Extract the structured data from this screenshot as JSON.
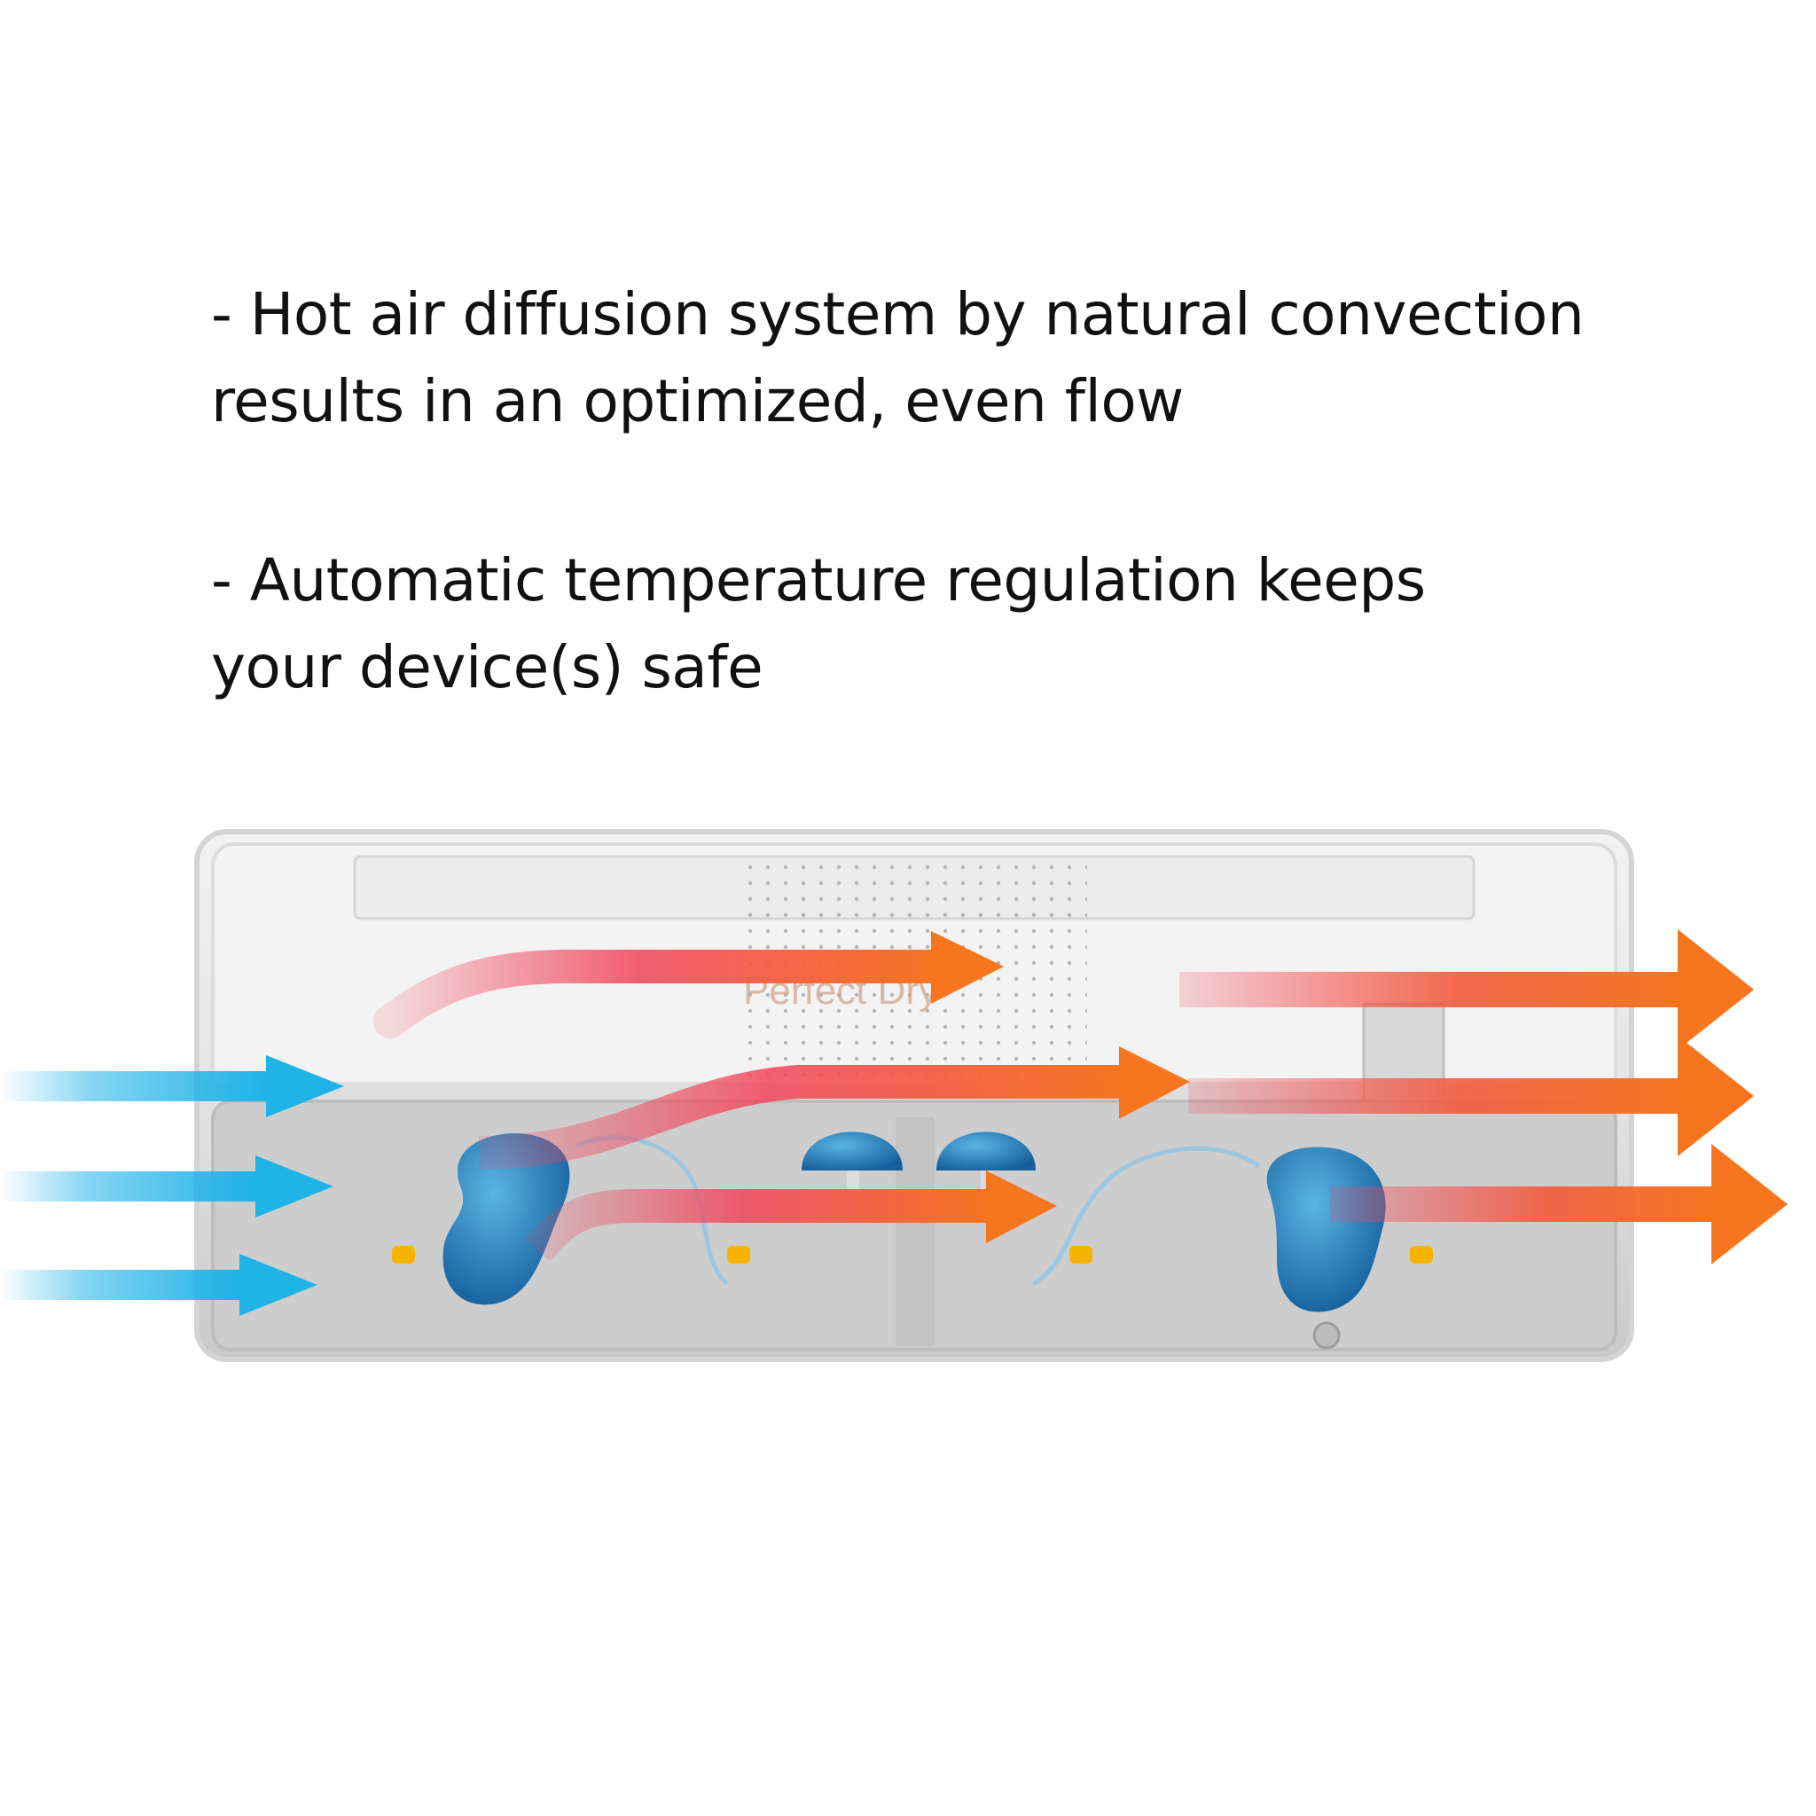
{
  "features": [
    {
      "text": "- Hot air diffusion system by natural convection\nresults in an optimized, even flow"
    },
    {
      "text": "- Automatic temperature regulation keeps\nyour device(s) safe"
    }
  ],
  "illustration": {
    "brand_text": "Perfect Dry",
    "colors": {
      "cool_air": "#1fb3e8",
      "hot_air_start": "#f2445a",
      "hot_air_end": "#f7751e",
      "device_blue": "#1e88c7",
      "case_gray": "#cfcfcf",
      "indicator_yellow": "#f6b400"
    }
  }
}
